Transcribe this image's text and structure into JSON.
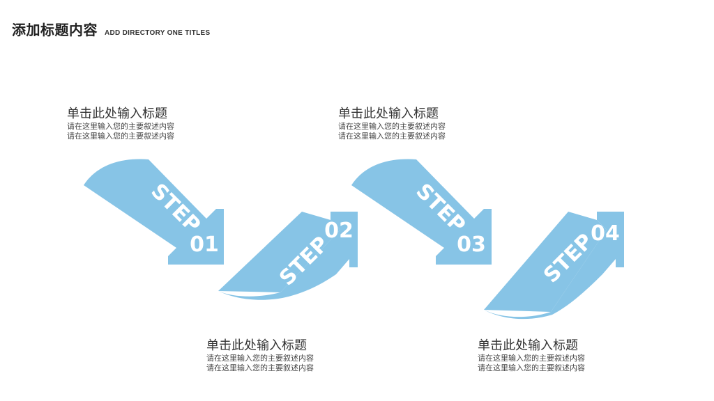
{
  "header": {
    "title": "添加标题内容",
    "subtitle": "ADD DIRECTORY ONE TITLES"
  },
  "colors": {
    "arrow": "#87c4e6",
    "step_text": "#ffffff"
  },
  "steps": [
    {
      "word": "STEP",
      "number": "01",
      "title": "单击此处输入标题",
      "desc1": "请在这里输入您的主要叙述内容",
      "desc2": "请在这里输入您的主要叙述内容"
    },
    {
      "word": "STEP",
      "number": "02",
      "title": "单击此处输入标题",
      "desc1": "请在这里输入您的主要叙述内容",
      "desc2": "请在这里输入您的主要叙述内容"
    },
    {
      "word": "STEP",
      "number": "03",
      "title": "单击此处输入标题",
      "desc1": "请在这里输入您的主要叙述内容",
      "desc2": "请在这里输入您的主要叙述内容"
    },
    {
      "word": "STEP",
      "number": "04",
      "title": "单击此处输入标题",
      "desc1": "请在这里输入您的主要叙述内容",
      "desc2": "请在这里输入您的主要叙述内容"
    }
  ]
}
